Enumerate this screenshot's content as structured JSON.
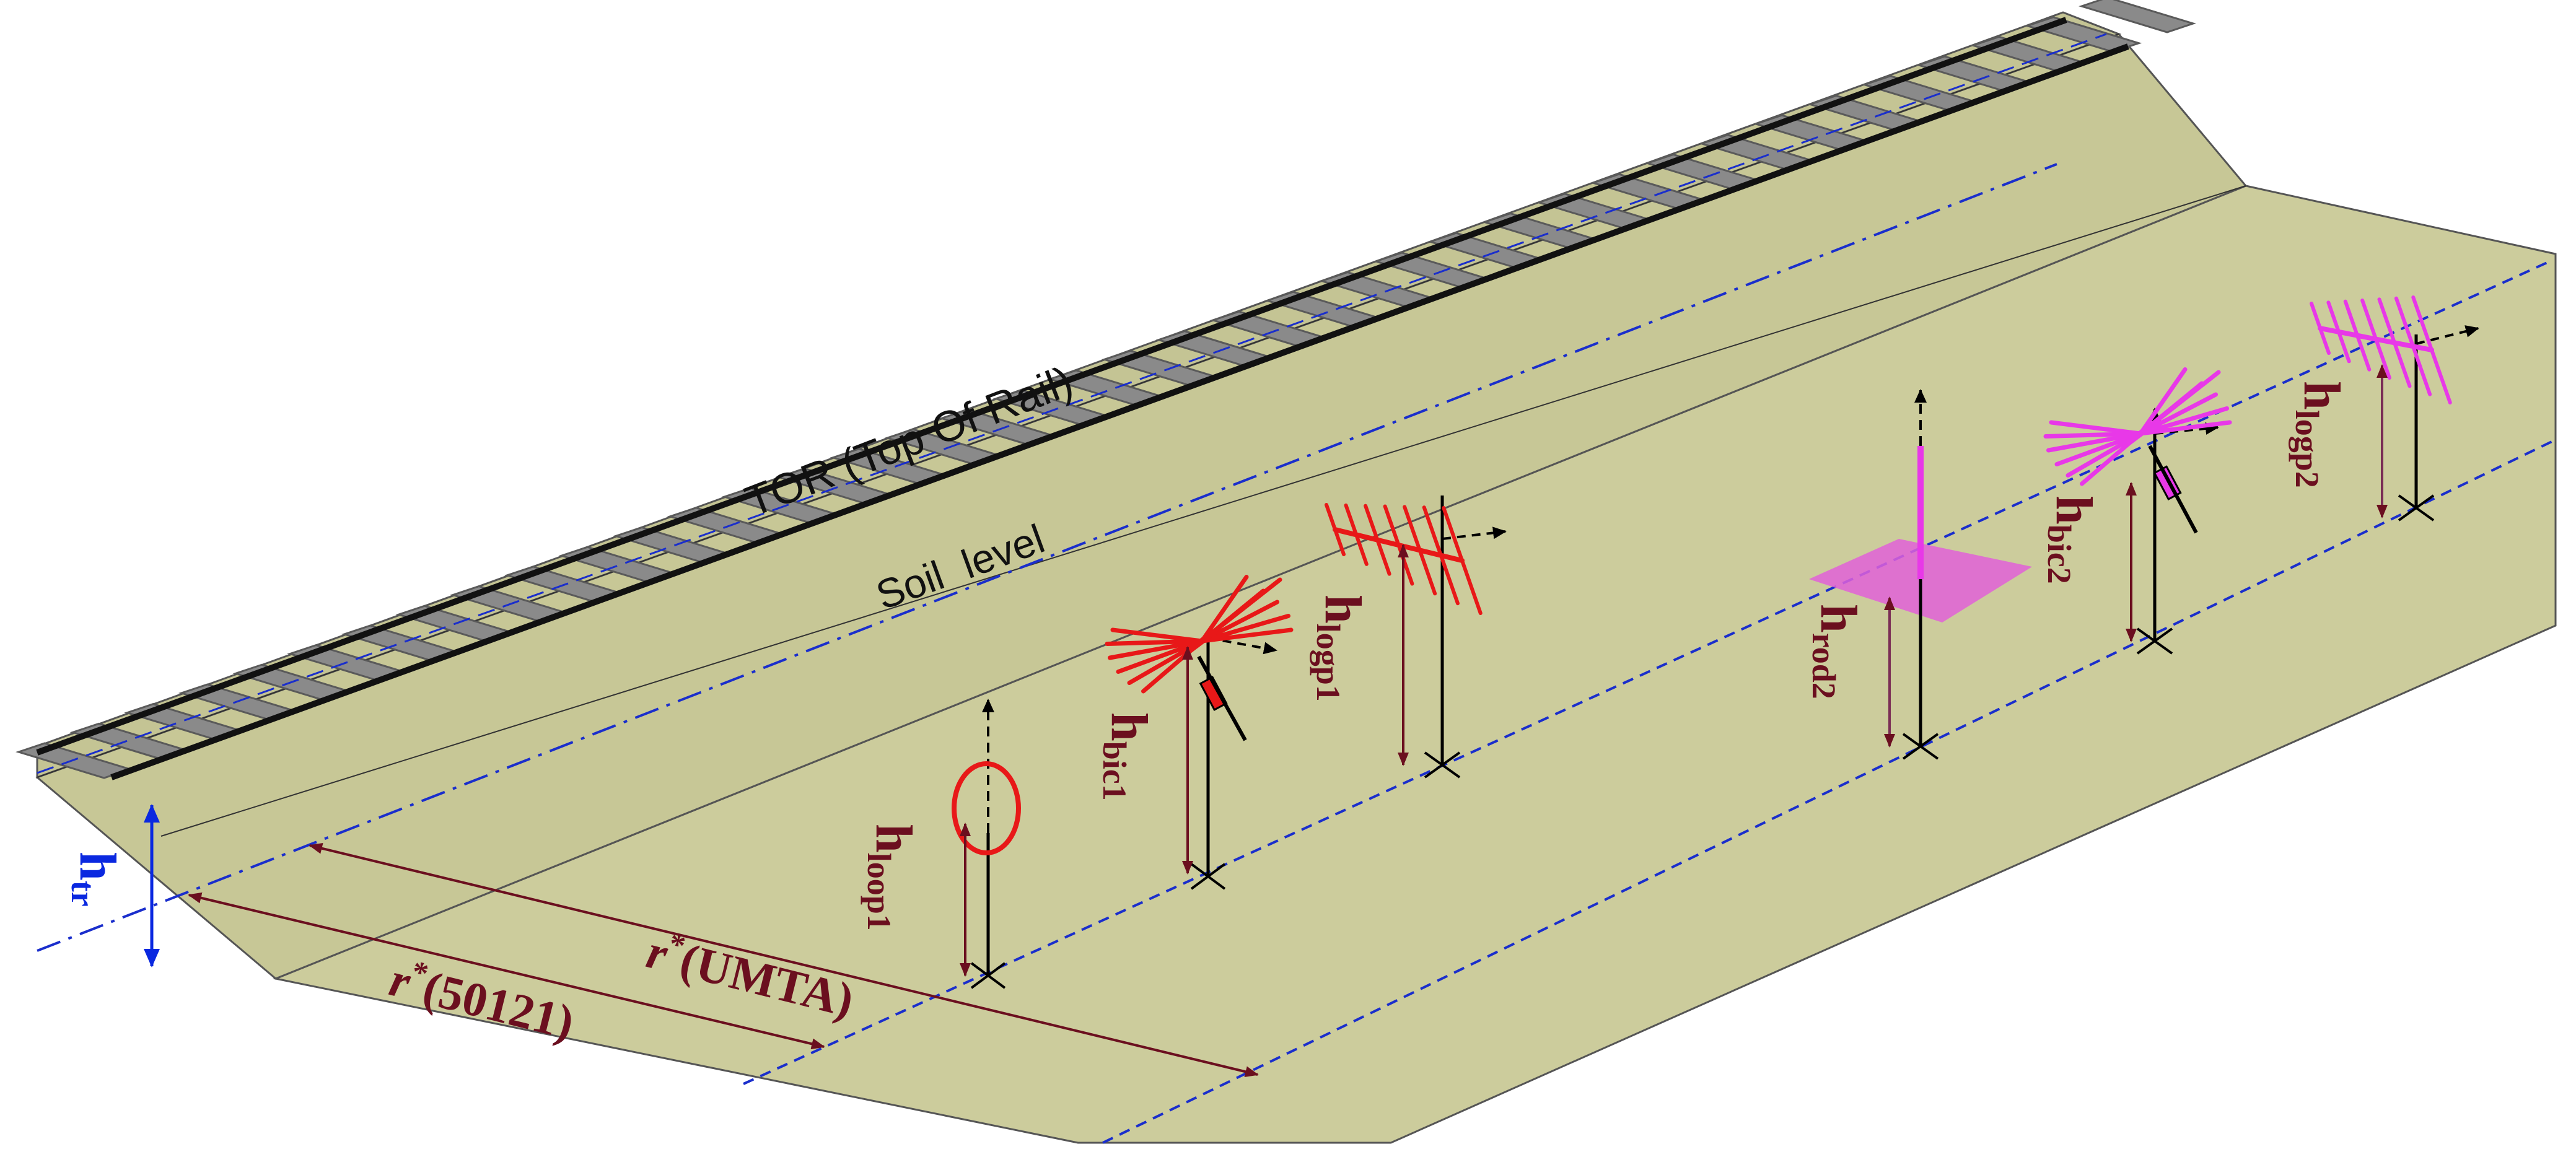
{
  "colors": {
    "ground": "#cccc9c",
    "embankment": "#bfbf8c",
    "edge": "#444444",
    "centerline": "#1a2ecc",
    "rail": "#111111",
    "sleeper": "#8a8a8a",
    "sleeper_shadow": "#5a5a5a",
    "dark_red": "#6b0f1f",
    "red": "#e81818",
    "magenta": "#e838e8",
    "blue": "#0a28e0",
    "plum": "#7a2d55"
  },
  "labels": {
    "tor": "TOR (Top Of Rail)",
    "soil": "Soil  level",
    "h_tr": {
      "main": "h",
      "sub": "tr"
    },
    "r_50121": {
      "main": "r",
      "sup": "*",
      "rest": "(50121)"
    },
    "r_umta": {
      "main": "r",
      "sup": "*",
      "rest": "(UMTA)"
    },
    "h_loop1": {
      "main": "h",
      "sub": "loop1"
    },
    "h_bic1": {
      "main": "h",
      "sub": "bic1"
    },
    "h_logp1": {
      "main": "h",
      "sub": "logp1"
    },
    "h_rod2": {
      "main": "h",
      "sub": "rod2"
    },
    "h_bic2": {
      "main": "h",
      "sub": "bic2"
    },
    "h_logp2": {
      "main": "h",
      "sub": "logp2"
    }
  },
  "antennas": [
    {
      "id": "loop1",
      "type": "loop",
      "color_key": "red"
    },
    {
      "id": "bic1",
      "type": "biconical",
      "color_key": "red"
    },
    {
      "id": "logp1",
      "type": "log-periodic",
      "color_key": "red"
    },
    {
      "id": "rod2",
      "type": "rod",
      "color_key": "magenta"
    },
    {
      "id": "bic2",
      "type": "biconical",
      "color_key": "magenta"
    },
    {
      "id": "logp2",
      "type": "log-periodic",
      "color_key": "magenta"
    }
  ]
}
